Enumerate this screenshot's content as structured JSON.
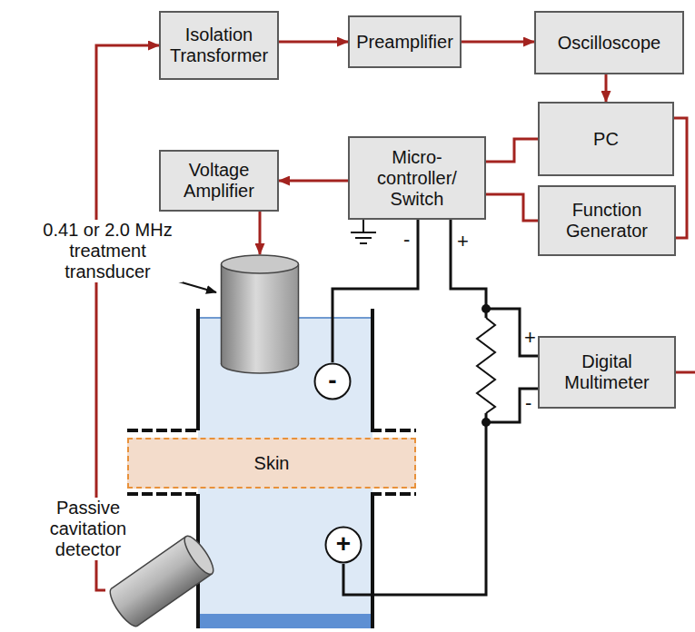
{
  "diagram": {
    "nodes": [
      {
        "text": [
          "Isolation Transformer"
        ]
      },
      {
        "text": [
          "Preamplifier"
        ]
      },
      {
        "text": [
          "Oscilloscope"
        ]
      },
      {
        "text": [
          "PC"
        ]
      },
      {
        "text": [
          "Voltage Amplifier"
        ]
      },
      {
        "text": [
          "Micro- controller/ Switch"
        ]
      },
      {
        "text": [
          "Function Generator"
        ]
      },
      {
        "text": [
          "0.41 or 2.0 MHz treatment transducer"
        ]
      },
      {
        "text": [
          "-"
        ]
      },
      {
        "text": [
          "Digital Multimeter"
        ]
      },
      {
        "text": [
          "Skin"
        ]
      },
      {
        "text": [
          "Passive cavitation detector"
        ]
      },
      {
        "text": [
          "+"
        ]
      }
    ],
    "edges": [
      {
        "from": 0,
        "to": 1,
        "arrow": "to"
      },
      {
        "from": 1,
        "to": 2,
        "arrow": "to"
      },
      {
        "from": 2,
        "to": 3,
        "arrow": "to"
      },
      {
        "from": 5,
        "to": 3,
        "arrow": "none"
      },
      {
        "from": 5,
        "to": 6,
        "arrow": "none"
      },
      {
        "from": 3,
        "to": 6,
        "arrow": "none"
      },
      {
        "from": 5,
        "to": 4,
        "arrow": "to"
      },
      {
        "from": 4,
        "to": 7,
        "arrow": "to"
      },
      {
        "from": 11,
        "to": 0,
        "arrow": "to"
      },
      {
        "from": 5,
        "to": 8,
        "arrow": "none"
      },
      {
        "from": 5,
        "to": 12,
        "arrow": "none"
      }
    ],
    "labels": [
      "-",
      "+",
      "+",
      "-"
    ]
  }
}
